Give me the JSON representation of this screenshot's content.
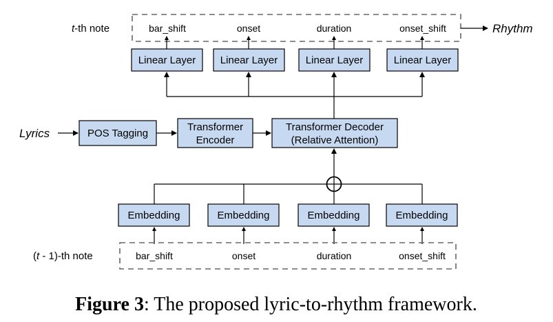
{
  "top_label": {
    "var": "t",
    "suffix": "-th note"
  },
  "top_fields": [
    "bar_shift",
    "onset",
    "duration",
    "onset_shift"
  ],
  "rhythm": "Rhythm",
  "linear_layers": [
    "Linear Layer",
    "Linear Layer",
    "Linear Layer",
    "Linear Layer"
  ],
  "lyrics": "Lyrics",
  "pos_tagging": "POS Tagging",
  "encoder": {
    "line1": "Transformer",
    "line2": "Encoder"
  },
  "decoder": {
    "line1": "Transformer Decoder",
    "line2": "(Relative Attention)"
  },
  "embeddings": [
    "Embedding",
    "Embedding",
    "Embedding",
    "Embedding"
  ],
  "bottom_label": {
    "open": "(",
    "var": "t",
    "suffix": " - 1)-th note"
  },
  "bottom_fields": [
    "bar_shift",
    "onset",
    "duration",
    "onset_shift"
  ],
  "caption": {
    "bold": "Figure 3",
    "rest": ": The proposed lyric-to-rhythm framework."
  }
}
